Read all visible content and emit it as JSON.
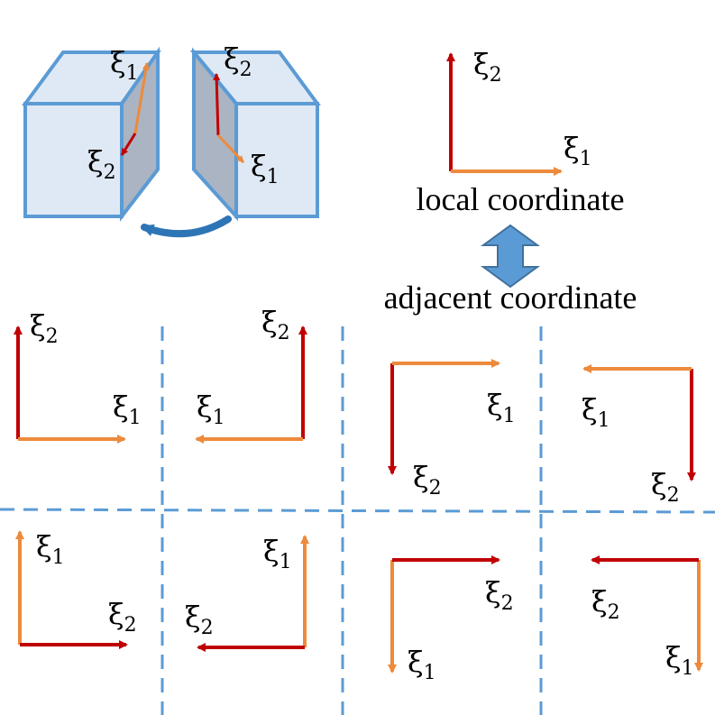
{
  "symbols": {
    "xi": "ξ",
    "one": "1",
    "two": "2"
  },
  "labels": {
    "local": "local coordinate",
    "adjacent": "adjacent coordinate"
  },
  "colors": {
    "red": "#c00000",
    "orange": "#ed8a3b",
    "blue_edge": "#5b9bd5",
    "face_light": "#dfe9f5",
    "face_shade": "#aab4c2",
    "rotation_arrow": "#2e75b6",
    "dashed": "#5b9bd5"
  },
  "icons": [
    "left-cube-icon",
    "right-cube-icon",
    "rotation-arrow-icon",
    "double-arrow-icon"
  ]
}
